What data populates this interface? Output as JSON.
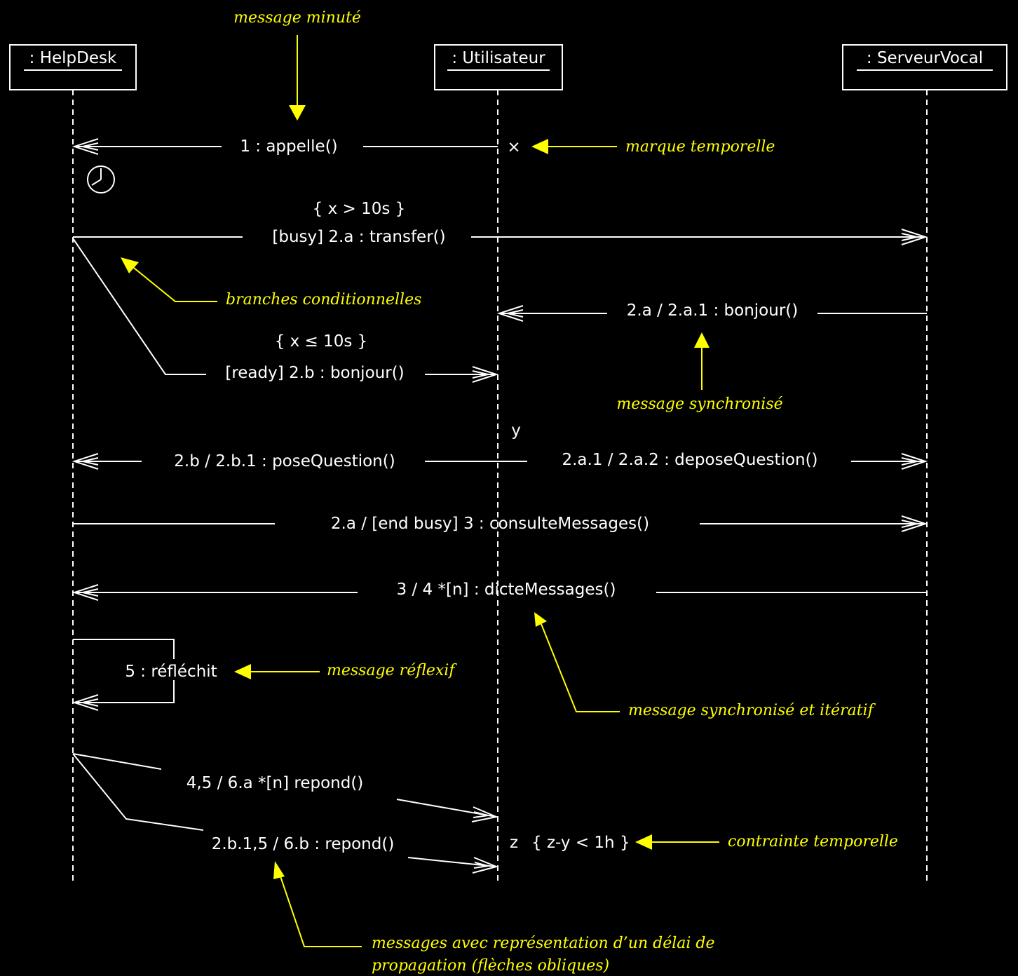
{
  "participants": {
    "helpdesk": ": HelpDesk",
    "utilisateur": ": Utilisateur",
    "serveurvocal": ": ServeurVocal"
  },
  "messages": {
    "m1": "1 : appelle()",
    "guard_busy": "{ x > 10s }",
    "m2a": "[busy] 2.a : transfer()",
    "m2a1": "2.a / 2.a.1 : bonjour()",
    "guard_ready": "{ x ≤ 10s }",
    "m2b": "[ready] 2.b : bonjour()",
    "m2b1": "2.b / 2.b.1 : poseQuestion()",
    "m2a2": "2.a.1 / 2.a.2 : deposeQuestion()",
    "m3": "2.a / [end busy] 3 : consulteMessages()",
    "m4": "3 / 4 *[n] : dicteMessages()",
    "m5": "5 : réfléchit",
    "m6a": "4,5 / 6.a *[n] repond()",
    "m6b": "2.b.1,5 / 6.b : repond()"
  },
  "time_marks": {
    "x": "×",
    "y": "y",
    "z": "z",
    "constraint": "{ z-y < 1h }"
  },
  "annotations": {
    "timed": "message minuté",
    "time_mark": "marque temporelle",
    "conditional": "branches conditionnelles",
    "synchronized": "message synchronisé",
    "sync_iterative": "message synchronisé et itératif",
    "reflexive": "message réflexif",
    "time_constraint": "contrainte temporelle",
    "delay_line1": "messages avec représentation d’un délai de",
    "delay_line2": "propagation (flèches obliques)"
  },
  "colors": {
    "background": "#000000",
    "foreground": "#ffffff",
    "annotation": "#ffff00"
  },
  "icons": {
    "timer": "clock-icon"
  }
}
